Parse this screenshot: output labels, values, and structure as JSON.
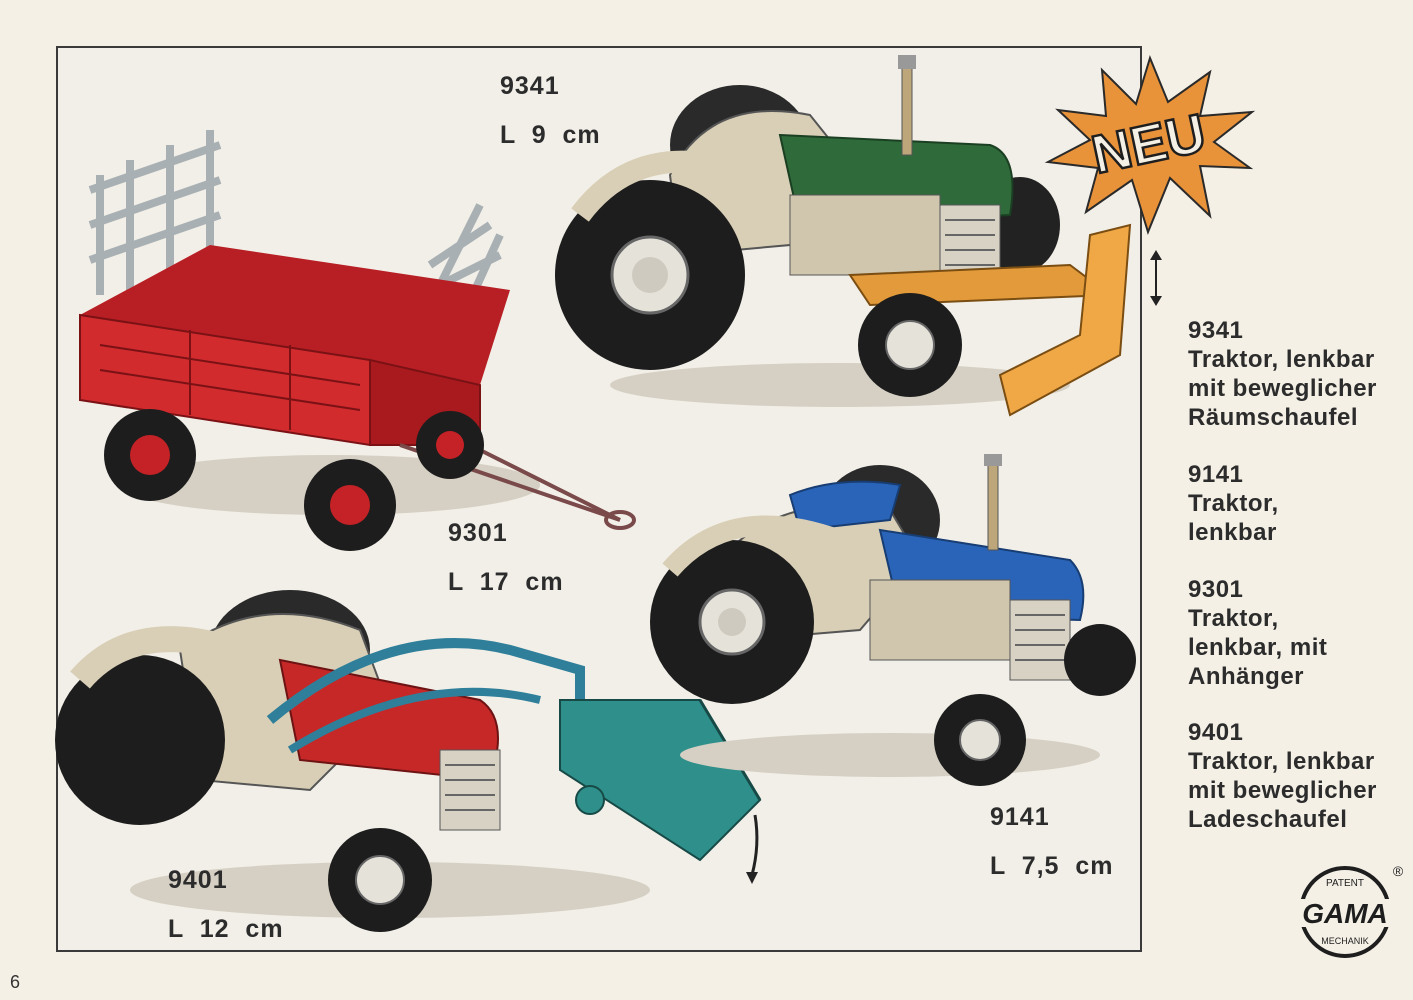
{
  "page_number": "6",
  "badge": {
    "text": "NEU",
    "color": "#e8923a"
  },
  "products": [
    {
      "code": "9341",
      "length": "L  9  cm"
    },
    {
      "code": "9301",
      "length": "L  17  cm"
    },
    {
      "code": "9401",
      "length": "L  12  cm"
    },
    {
      "code": "9141",
      "length": "L  7,5  cm"
    }
  ],
  "descriptions": [
    {
      "code": "9341",
      "lines": [
        "Traktor, lenkbar",
        "mit beweglicher",
        "Räumschaufel"
      ]
    },
    {
      "code": "9141",
      "lines": [
        "Traktor,",
        "lenkbar"
      ]
    },
    {
      "code": "9301",
      "lines": [
        "Traktor,",
        "lenkbar, mit",
        "Anhänger"
      ]
    },
    {
      "code": "9401",
      "lines": [
        "Traktor, lenkbar",
        "mit beweglicher",
        "Ladeschaufel"
      ]
    }
  ],
  "logo": {
    "top": "PATENT",
    "name": "GAMA",
    "bottom": "MECHANIK",
    "mark": "®"
  },
  "colors": {
    "green": "#2f6b3a",
    "red": "#c62828",
    "blue": "#2a64b8",
    "blade": "#e39a3a",
    "bucket": "#2f8f8a"
  }
}
